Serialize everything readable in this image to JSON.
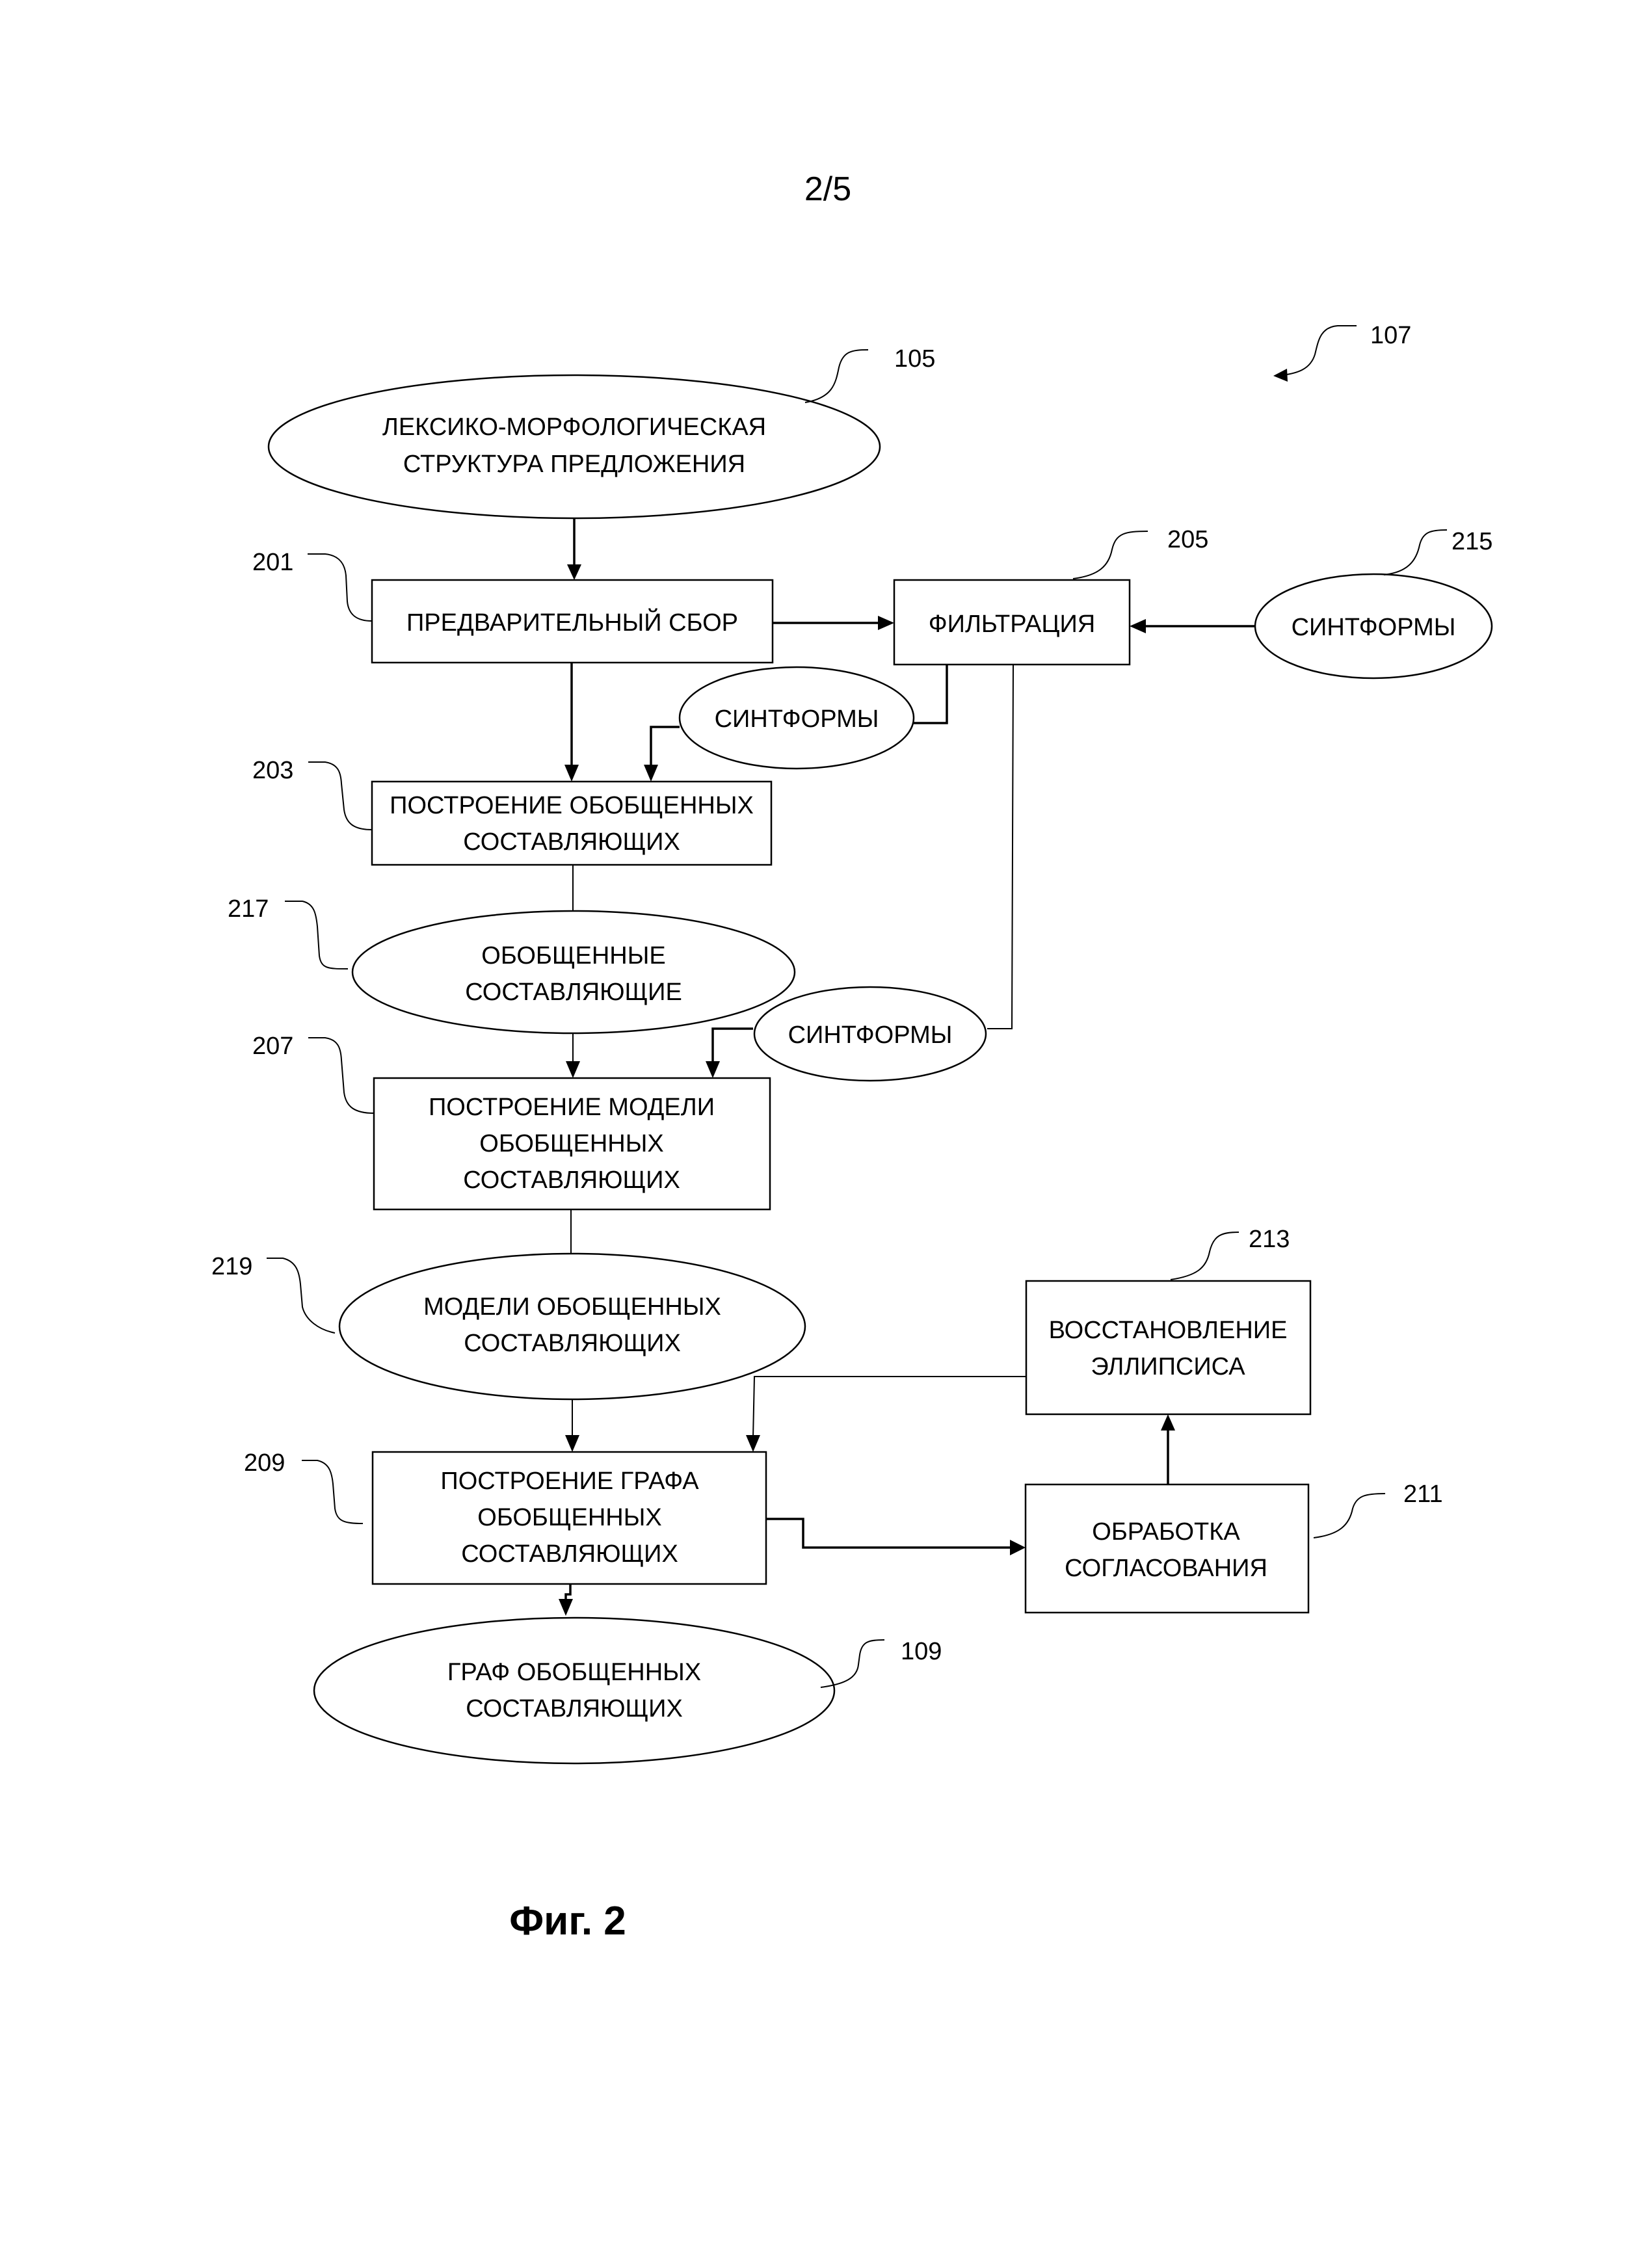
{
  "page": {
    "page_number": "2/5",
    "figure_caption": "Фиг. 2"
  },
  "diagram": {
    "overall_ref": "107",
    "nodes": {
      "n105": {
        "ref": "105",
        "shape": "ellipse",
        "lines": [
          "ЛЕКСИКО-МОРФОЛОГИЧЕСКАЯ",
          "СТРУКТУРА ПРЕДЛОЖЕНИЯ"
        ]
      },
      "n201": {
        "ref": "201",
        "shape": "box",
        "lines": [
          "ПРЕДВАРИТЕЛЬНЫЙ СБОР"
        ]
      },
      "n205": {
        "ref": "205",
        "shape": "box",
        "lines": [
          "ФИЛЬТРАЦИЯ"
        ]
      },
      "n215": {
        "ref": "215",
        "shape": "ellipse",
        "lines": [
          "СИНТФОРМЫ"
        ]
      },
      "synt_a": {
        "shape": "ellipse",
        "lines": [
          "СИНТФОРМЫ"
        ]
      },
      "n203": {
        "ref": "203",
        "shape": "box",
        "lines": [
          "ПОСТРОЕНИЕ ОБОБЩЕННЫХ",
          "СОСТАВЛЯЮЩИХ"
        ]
      },
      "n217": {
        "ref": "217",
        "shape": "ellipse",
        "lines": [
          "ОБОБЩЕННЫЕ",
          "СОСТАВЛЯЮЩИЕ"
        ]
      },
      "synt_b": {
        "shape": "ellipse",
        "lines": [
          "СИНТФОРМЫ"
        ]
      },
      "n207": {
        "ref": "207",
        "shape": "box",
        "lines": [
          "ПОСТРОЕНИЕ МОДЕЛИ",
          "ОБОБЩЕННЫХ",
          "СОСТАВЛЯЮЩИХ"
        ]
      },
      "n219": {
        "ref": "219",
        "shape": "ellipse",
        "lines": [
          "МОДЕЛИ ОБОБЩЕННЫХ",
          "СОСТАВЛЯЮЩИХ"
        ]
      },
      "n213": {
        "ref": "213",
        "shape": "box",
        "lines": [
          "ВОССТАНОВЛЕНИЕ",
          "ЭЛЛИПСИСА"
        ]
      },
      "n209": {
        "ref": "209",
        "shape": "box",
        "lines": [
          "ПОСТРОЕНИЕ ГРАФА",
          "ОБОБЩЕННЫХ",
          "СОСТАВЛЯЮЩИХ"
        ]
      },
      "n211": {
        "ref": "211",
        "shape": "box",
        "lines": [
          "ОБРАБОТКА",
          "СОГЛАСОВАНИЯ"
        ]
      },
      "n109": {
        "ref": "109",
        "shape": "ellipse",
        "lines": [
          "ГРАФ ОБОБЩЕННЫХ",
          "СОСТАВЛЯЮЩИХ"
        ]
      }
    },
    "edges": [
      {
        "from": "n105",
        "to": "n201",
        "arrow": true
      },
      {
        "from": "n201",
        "to": "n205",
        "arrow": true
      },
      {
        "from": "n215",
        "to": "n205",
        "arrow": true
      },
      {
        "from": "n205",
        "to": "synt_a",
        "arrow": false
      },
      {
        "from": "n201",
        "to": "n203",
        "arrow": true
      },
      {
        "from": "synt_a",
        "to": "n203",
        "arrow": true
      },
      {
        "from": "n205",
        "to": "synt_b",
        "arrow": false
      },
      {
        "from": "n203",
        "to": "n217",
        "arrow": false
      },
      {
        "from": "n217",
        "to": "n207",
        "arrow": true
      },
      {
        "from": "synt_b",
        "to": "n207",
        "arrow": true
      },
      {
        "from": "n207",
        "to": "n219",
        "arrow": false
      },
      {
        "from": "n219",
        "to": "n209",
        "arrow": true
      },
      {
        "from": "n213",
        "to": "n209",
        "arrow": true
      },
      {
        "from": "n209",
        "to": "n211",
        "arrow": true
      },
      {
        "from": "n211",
        "to": "n213",
        "arrow": true
      },
      {
        "from": "n209",
        "to": "n109",
        "arrow": true
      }
    ]
  }
}
